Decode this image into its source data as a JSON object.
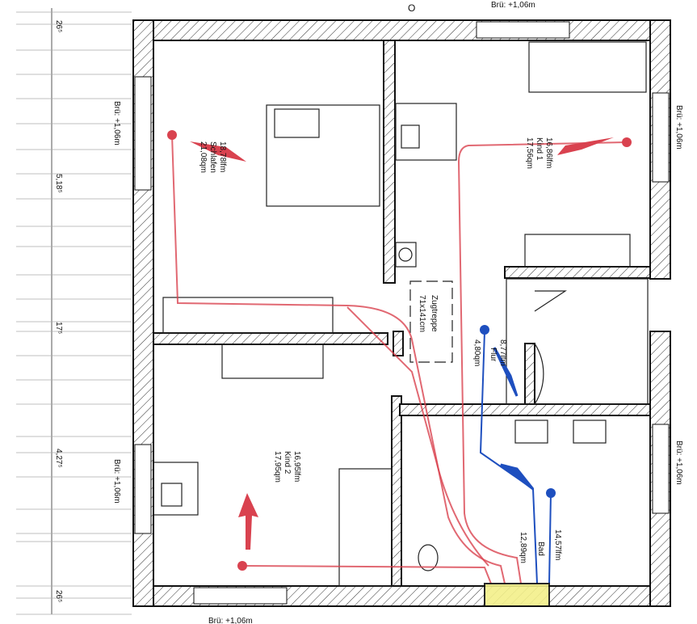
{
  "title_mark": "O",
  "window_labels": [
    "Brü: +1,06m",
    "Brü: +1,06m",
    "Brü: +1,06m",
    "Brü: +1,06m",
    "Brü: +1,06m"
  ],
  "dimensions": [
    "26⁵",
    "5,18⁵",
    "17⁵",
    "4,27⁵",
    "26⁵"
  ],
  "rooms": {
    "schlafen": {
      "length": "18,78lfm",
      "name": "Schlafen",
      "area": "21,08qm"
    },
    "kind1": {
      "length": "16,86lfm",
      "name": "Kind 1",
      "area": "17,56qm"
    },
    "kind2": {
      "length": "16,95lfm",
      "name": "Kind 2",
      "area": "17,95qm"
    },
    "flur": {
      "length": "8,77lfm",
      "name": "Flur",
      "area": "4,80qm"
    },
    "bad": {
      "length": "14,57lfm",
      "name": "Bad",
      "area": "12,89qm"
    },
    "zugtreppe": {
      "name": "Zugtreppe",
      "size": "71x141cm"
    }
  },
  "colors": {
    "heating_red": "#d9424f",
    "heating_blue": "#1e4fbf",
    "manifold": "#f3f08a"
  }
}
